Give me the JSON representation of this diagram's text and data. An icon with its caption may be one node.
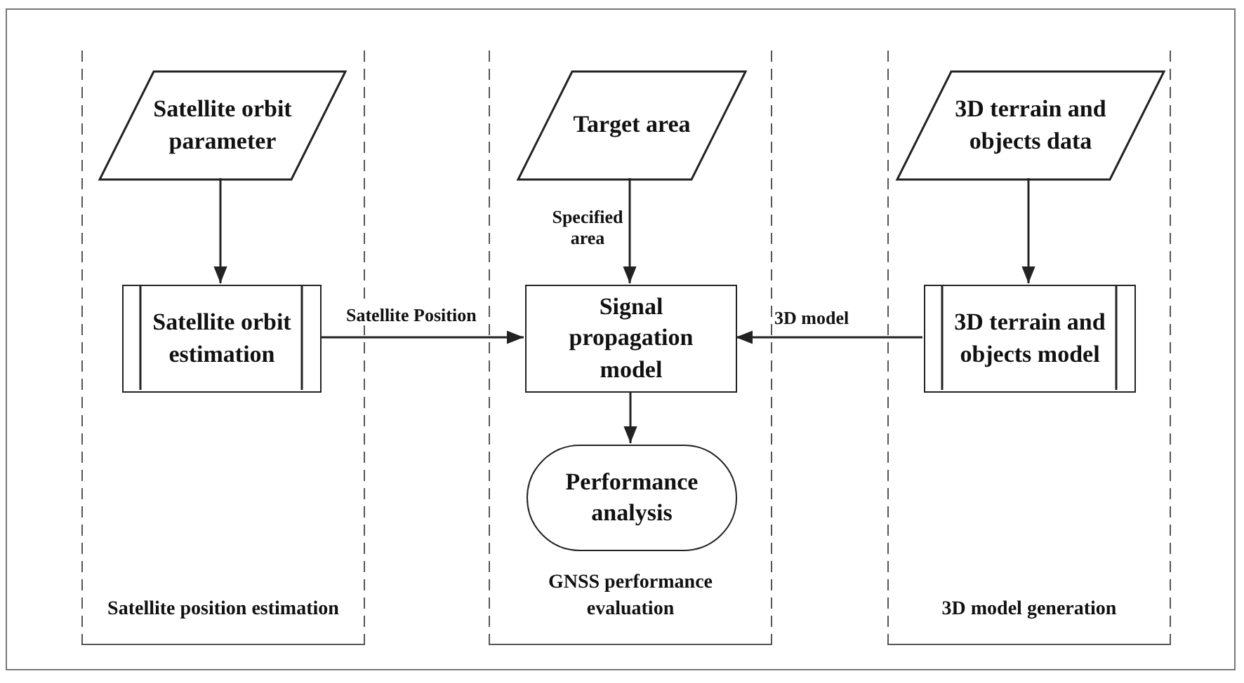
{
  "diagram": {
    "nodes": [
      {
        "text": [
          "Satellite position estimation"
        ]
      },
      {
        "text": [
          "Satellite orbit parameter"
        ],
        "in": 0
      },
      {
        "text": [
          "Satellite orbit estimation"
        ],
        "in": 0
      },
      {
        "text": [
          "GNSS performance evaluation"
        ]
      },
      {
        "text": [
          "Target area"
        ],
        "in": 3
      },
      {
        "text": [
          "Signal propagation model"
        ],
        "in": 3
      },
      {
        "text": [
          "Performance analysis"
        ],
        "in": 3
      },
      {
        "text": [
          "3D model generation"
        ]
      },
      {
        "text": [
          "3D terrain and objects data"
        ],
        "in": 7
      },
      {
        "text": [
          "3D terrain and objects model"
        ],
        "in": 7
      }
    ],
    "edges": [
      {
        "from": 1,
        "to": 2,
        "arrow": "to"
      },
      {
        "from": 4,
        "to": 5,
        "arrow": "to",
        "label": "Specified area"
      },
      {
        "from": 2,
        "to": 5,
        "arrow": "to",
        "label": "Satellite Position"
      },
      {
        "from": 8,
        "to": 9,
        "arrow": "to"
      },
      {
        "from": 9,
        "to": 5,
        "arrow": "to",
        "label": "3D model"
      },
      {
        "from": 5,
        "to": 6,
        "arrow": "to"
      }
    ]
  }
}
